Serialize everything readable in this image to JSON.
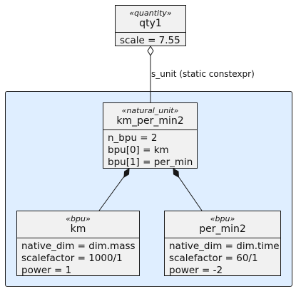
{
  "diagram": {
    "qty": {
      "stereotype": "«quantity»",
      "name": "qty1",
      "fields": [
        "scale = 7.55"
      ]
    },
    "relation_label": "s_unit (static constexpr)",
    "natural_unit": {
      "stereotype": "«natural_unit»",
      "name": "km_per_min2",
      "fields": [
        "n_bpu = 2",
        "bpu[0] = km",
        "bpu[1] = per_min"
      ]
    },
    "bpu_km": {
      "stereotype": "«bpu»",
      "name": "km",
      "fields": [
        "native_dim = dim.mass",
        "scalefactor = 1000/1",
        "power = 1"
      ]
    },
    "bpu_per_min2": {
      "stereotype": "«bpu»",
      "name": "per_min2",
      "fields": [
        "native_dim = dim.time",
        "scalefactor = 60/1",
        "power = -2"
      ]
    }
  }
}
